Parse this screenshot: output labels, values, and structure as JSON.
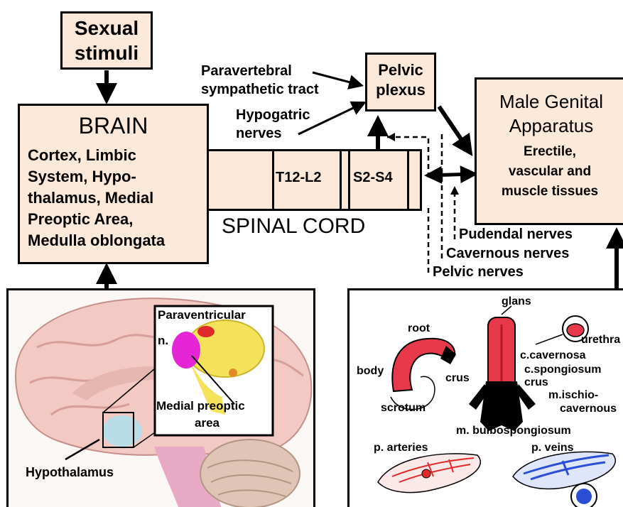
{
  "stimuli": {
    "line1": "Sexual",
    "line2": "stimuli"
  },
  "brain": {
    "title": "BRAIN",
    "lines": [
      "Cortex, Limbic",
      "System, Hypo-",
      "thalamus,  Medial",
      "Preoptic Area,",
      "Medulla oblongata"
    ]
  },
  "spinal": {
    "label": "SPINAL CORD",
    "seg1": "T12-L2",
    "seg2": "S2-S4"
  },
  "pelvic_plexus": {
    "line1": "Pelvic",
    "line2": "plexus"
  },
  "genital": {
    "title1": "Male Genital",
    "title2": "Apparatus",
    "sub1": "Erectile,",
    "sub2": "vascular and",
    "sub3": "muscle tissues"
  },
  "labels": {
    "paravertebral1": "Paravertebral",
    "paravertebral2": "sympathetic tract",
    "hypogastric1": "Hypogatric",
    "hypogastric2": "nerves",
    "pudendal": "Pudendal nerves",
    "cavernous": "Cavernous nerves",
    "pelvic": "Pelvic nerves"
  },
  "brain_image": {
    "paraventricular1": "Paraventricular",
    "paraventricular2": "n.",
    "medial1": "Medial preoptic",
    "medial2": "area",
    "hypothalamus": "Hypothalamus"
  },
  "anatomy_image": {
    "glans": "glans",
    "root": "root",
    "body": "body",
    "crus_left": "crus",
    "scrotum": "scrotum",
    "urethra": "urethra",
    "cavernosa": "c.cavernosa",
    "spongiosum": "c.spongiosum",
    "crus_right": "crus",
    "ischio1": "m.ischio-",
    "ischio2": "cavernous",
    "bulbo": "m. bulbospongiosum",
    "arteries": "p. arteries",
    "veins": "p. veins"
  },
  "colors": {
    "box_fill": "#fde9d9",
    "border": "#000000",
    "penis_red": "#e8394a",
    "vein_blue": "#2a4fd6"
  }
}
